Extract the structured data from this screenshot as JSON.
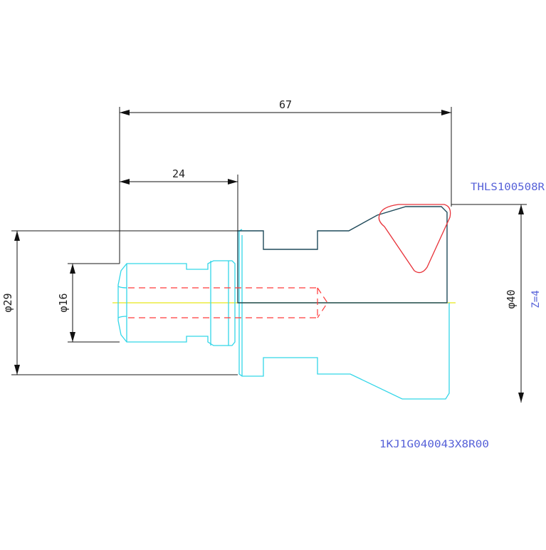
{
  "dimensions": {
    "overall_length": "67",
    "shank_length": "24",
    "dia_29": "φ29",
    "dia_16": "φ16",
    "dia_40": "φ40"
  },
  "labels": {
    "holder_code": "THLS100508R",
    "teeth": "Z=4",
    "part_code": "1KJ1G040043X8R00"
  },
  "colors": {
    "outline_cyan": "#33d6e8",
    "dim_line": "#1a1a1a",
    "insert_red": "#e8333a",
    "hidden_red": "#ff3b3b",
    "centerline_yellow": "#e8e81a",
    "profile_dark": "#1f4a5a",
    "label_blue": "#5560d8"
  }
}
